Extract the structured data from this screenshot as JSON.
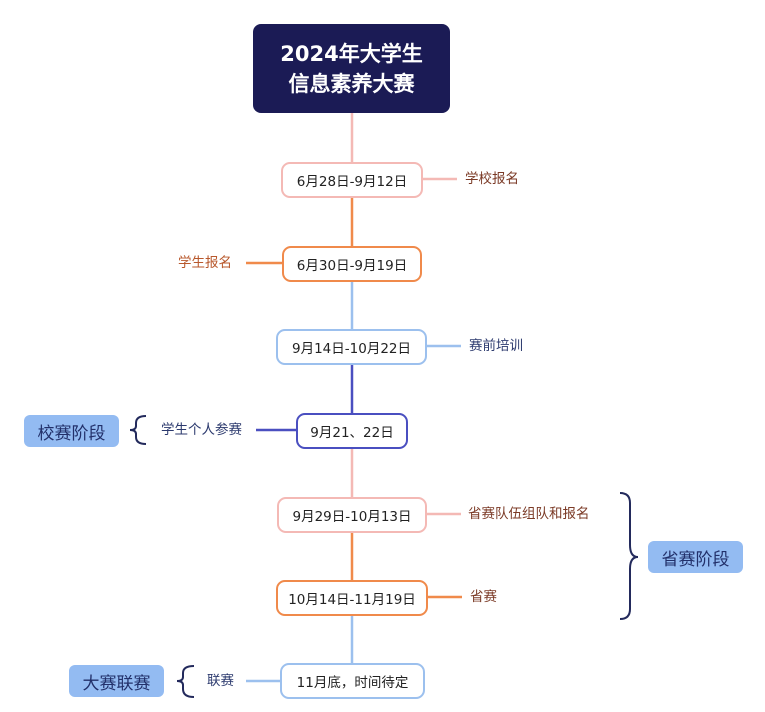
{
  "title": "2024年大学生\n信息素养大赛",
  "nodes": [
    {
      "date": "6月28日-9月12日",
      "label": "学校报名"
    },
    {
      "date": "6月30日-9月19日",
      "label": "学生报名"
    },
    {
      "date": "9月14日-10月22日",
      "label": "赛前培训"
    },
    {
      "date": "9月21、22日",
      "label": "学生个人参赛"
    },
    {
      "date": "9月29日-10月13日",
      "label": "省赛队伍组队和报名"
    },
    {
      "date": "10月14日-11月19日",
      "label": "省赛"
    },
    {
      "date": "11月底，时间待定",
      "label": "联赛"
    }
  ],
  "stages": {
    "school": "校赛阶段",
    "province": "省赛阶段",
    "league": "大赛联赛"
  },
  "colors": {
    "title_bg": "#1b1b55",
    "pink": "#f4b9b5",
    "orange": "#f08a4b",
    "blue": "#9cc0ee",
    "indigo": "#4a4fc0",
    "navy_bracket": "#232a5c",
    "stage_bg": "#93bbf2"
  }
}
